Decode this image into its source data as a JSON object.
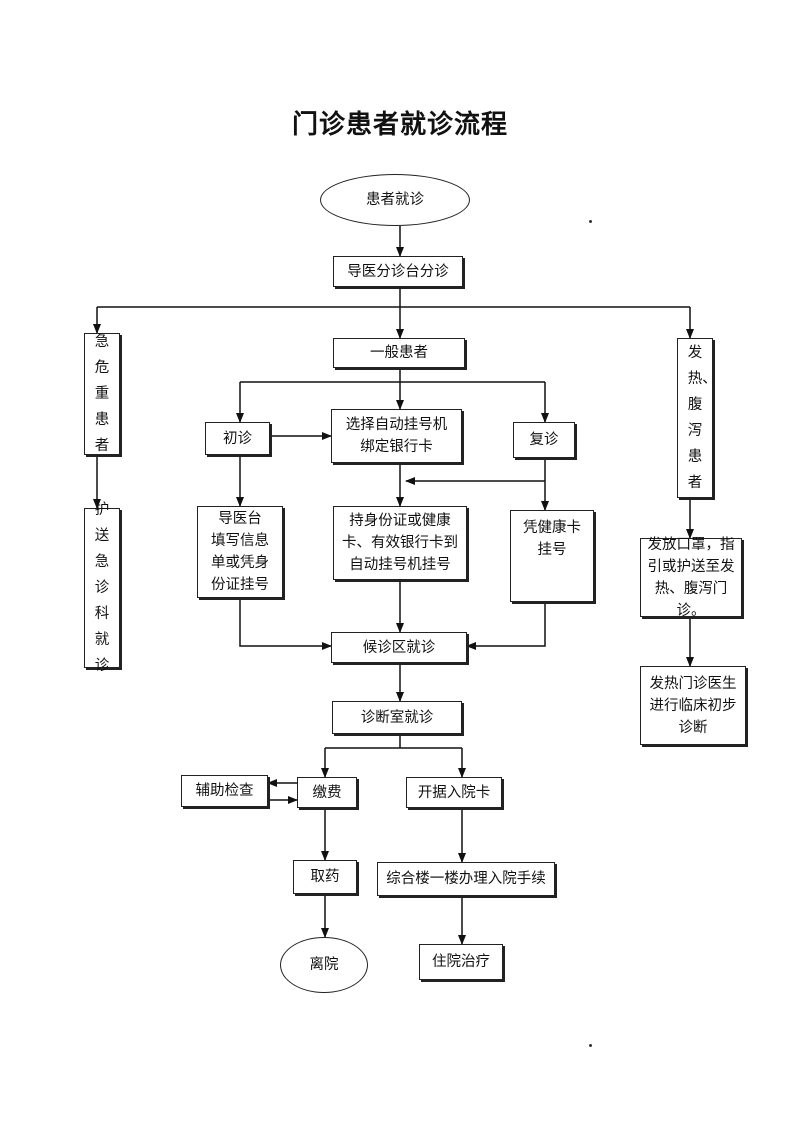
{
  "title": "门诊患者就诊流程",
  "nodes": {
    "start": "患者就诊",
    "triage": "导医分诊台分诊",
    "general": "一般患者",
    "emergency": "急危重患者",
    "escort_er": "护送急诊科就诊",
    "fever": "发热、腹泻患者",
    "fever_escort": "发放口罩，指\n引或护送至发\n热、腹泻门诊。",
    "fever_doctor": "发热门诊医生\n进行临床初步\n诊断",
    "first_visit": "初诊",
    "bind_card": "选择自动挂号机\n绑定银行卡",
    "return_visit": "复诊",
    "guide_desk": "导医台\n填写信息\n单或凭身\n份证挂号",
    "self_service": "持身份证或健康\n卡、有效银行卡到\n自动挂号机挂号",
    "health_card": "凭健康卡\n挂号",
    "waiting": "候诊区就诊",
    "diagnosis": "诊断室就诊",
    "aux_exam": "辅助检查",
    "payment": "缴费",
    "admission_card": "开据入院卡",
    "get_medicine": "取药",
    "admission_proc": "综合楼一楼办理入院手续",
    "discharge": "离院",
    "inpatient": "住院治疗"
  }
}
